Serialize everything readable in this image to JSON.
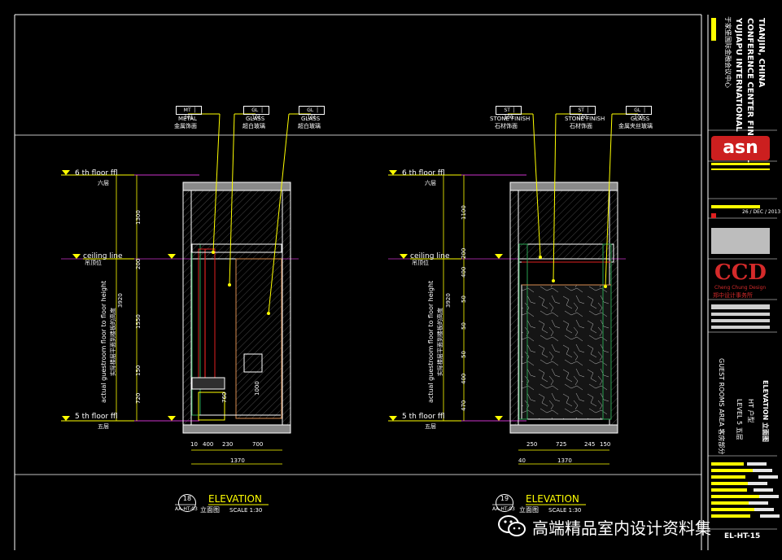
{
  "left": {
    "tags": [
      {
        "code": "MT",
        "num": "101",
        "en": "METAL",
        "cn": "金属饰面"
      },
      {
        "code": "GL",
        "num": "101",
        "en": "GLASS",
        "cn": "超白玻璃"
      },
      {
        "code": "GL",
        "num": "101",
        "en": "GLASS",
        "cn": "超白玻璃"
      }
    ],
    "level_top_en": "6 th floor ffl",
    "level_top_cn": "六层",
    "ceiling_en": "ceiling line",
    "ceiling_cn": "吊顶位",
    "level_bot_en": "5 th floor ffl",
    "level_bot_cn": "五层",
    "height_label_en": "actual guestroom floor to floor height",
    "height_label_cn": "实际楼层平面到楼板的高度",
    "total_height": "3920",
    "seg_heights": [
      "1300",
      "200",
      "1550",
      "150",
      "720"
    ],
    "inner_dims": [
      "760",
      "1000"
    ],
    "bottom_dims": [
      "10",
      "400",
      "230",
      "700"
    ],
    "bottom_total": "1370",
    "callout_num": "18",
    "callout_ref": "AA-HT-03",
    "title": "ELEVATION",
    "subtitle_cn": "立面图",
    "scale": "SCALE  1:30"
  },
  "right": {
    "tags": [
      {
        "code": "ST",
        "num": "100",
        "en": "STONE FINISH",
        "cn": "石材饰面"
      },
      {
        "code": "ST",
        "num": "100",
        "en": "STONE FINISH",
        "cn": "石材饰面"
      },
      {
        "code": "GL",
        "num": "100",
        "en": "GLASS",
        "cn": "金属夹丝玻璃"
      }
    ],
    "level_top_en": "6 th floor ffl",
    "level_top_cn": "六层",
    "ceiling_en": "ceiling line",
    "ceiling_cn": "吊顶位",
    "level_bot_en": "5 th floor ffl",
    "level_bot_cn": "五层",
    "height_label_en": "actual guestroom floor to floor height",
    "height_label_cn": "实际楼层平面到楼板的高度",
    "total_height": "3920",
    "seg_heights": [
      "1100",
      "200",
      "400",
      "50",
      "50",
      "50",
      "400",
      "470"
    ],
    "bottom_dims": [
      "250",
      "725",
      "245",
      "150"
    ],
    "bottom_left": "40",
    "bottom_total": "1370",
    "callout_num": "19",
    "callout_ref": "AA-HT-03",
    "title": "ELEVATION",
    "subtitle_cn": "立面图",
    "scale": "SCALE  1:30"
  },
  "titleblock": {
    "project_cn": "于家堡国际金融会议中心",
    "project_en_1": "YUJIAPU INTERNATIONAL",
    "project_en_2": "CONFERENCE CENTER FINACIAL",
    "project_en_3": "TIANJIN, CHINA",
    "logo1": "asn",
    "date": "26 / DEC / 2013",
    "logo2": "CCD",
    "logo2_sub_en": "Cheng Chung Design",
    "logo2_sub_cn": "郑中设计事务所",
    "area": "GUEST ROOMS AREA  客房部分",
    "level": "LEVEL 5  五层",
    "room": "HT  户型",
    "drawing": "ELEVATION  立面图",
    "sheet_no": "EL-HT-15"
  },
  "watermark": "高端精品室内设计资料集",
  "colors": {
    "yellow": "#ffff00",
    "white": "#ffffff",
    "magenta": "#cc33cc",
    "red": "#e02020",
    "green": "#28a050",
    "grey": "#8a8a8a"
  }
}
